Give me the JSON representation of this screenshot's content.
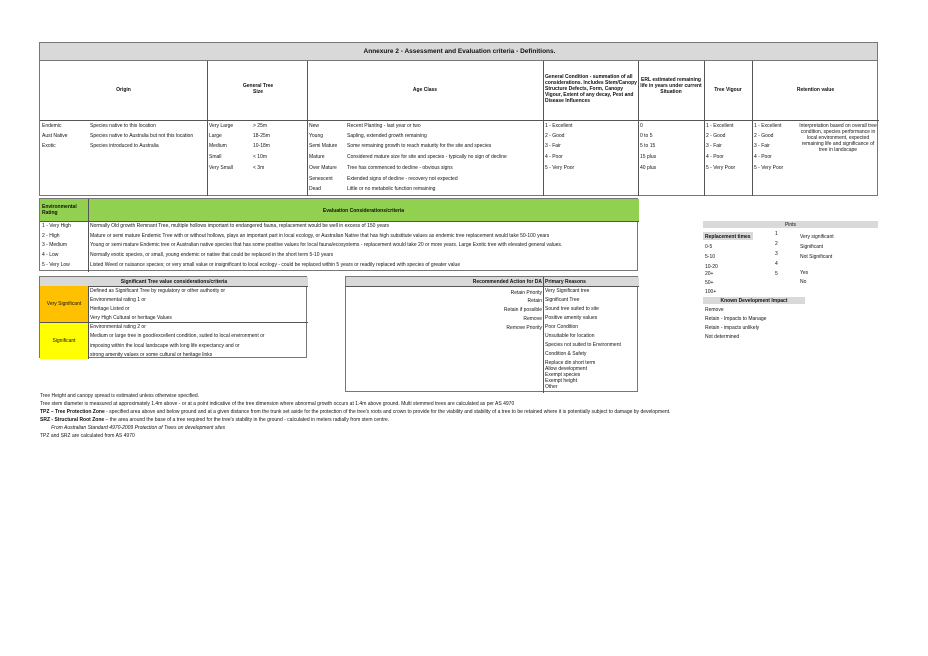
{
  "title": "Annexure 2 - Assessment and Evaluation criteria - Definitions.",
  "headers": {
    "origin": "Origin",
    "tree_size": "General Tree Size",
    "age_class": "Age Class",
    "condition": "General Condition - summation of all considerations. Includes Stem/Canopy Structure Defects, Form, Canopy Vigour, Extent of any decay, Pest and Disease Influences",
    "erl": "ERL estimated remaining life in years under current Situation",
    "vigour": "Tree Vigour",
    "retention": "Retention value"
  },
  "origin_rows": [
    {
      "term": "Endemic",
      "desc": "Species native to this location"
    },
    {
      "term": "Aust Native",
      "desc": "Species native to Australia but not this location"
    },
    {
      "term": "Exotic",
      "desc": "Species introduced to Australia"
    }
  ],
  "size_rows": [
    {
      "term": "Very Large",
      "val": "> 25m"
    },
    {
      "term": "Large",
      "val": "18-25m"
    },
    {
      "term": "Medium",
      "val": "10-18m"
    },
    {
      "term": "Small",
      "val": "< 10m"
    },
    {
      "term": "Very Small",
      "val": "< 3m"
    }
  ],
  "age_rows": [
    {
      "term": "New",
      "desc": "Recent Planting - last year or two"
    },
    {
      "term": "Young",
      "desc": "Sapling, extended growth remaining"
    },
    {
      "term": "Semi Mature",
      "desc": "Some remaining growth to reach maturity for the site and species"
    },
    {
      "term": "Mature",
      "desc": "Considered mature size for site and species - typically no sign of decline"
    },
    {
      "term": "Over Mature",
      "desc": "Tree has commenced to decline - obvious signs"
    },
    {
      "term": "Senescent",
      "desc": "Extended signs of decline - recovery not expected"
    },
    {
      "term": "Dead",
      "desc": "Little or no metabolic function remaining"
    }
  ],
  "condition_rows": [
    "1 - Excellent",
    "2 - Good",
    "3 - Fair",
    "4 - Poor",
    "5 - Very Poor"
  ],
  "erl_rows": [
    "0",
    "0 to 5",
    "5 to 15",
    "15 plus",
    "40 plus"
  ],
  "vigour_rows": [
    "1 - Excellent",
    "2 - Good",
    "3 - Fair",
    "4 - Poor",
    "5 - Very Poor"
  ],
  "retention_rows": [
    "1 - Excellent",
    "2 - Good",
    "3 - Fair",
    "4 - Poor",
    "5 - Very Poor"
  ],
  "retention_note": "Interpretation based on overall tree condition, species performance in local environment, expected remaining life and significance of tree in landscape",
  "env": {
    "header": "Environmental Rating",
    "eval_header": "Evaluation Considerations/criteria",
    "rows": [
      {
        "rating": "1 - Very High",
        "desc": "Normally Old growth Remnant Tree, multiple hollows important to endangered fauna, replacement would be well in excess of 150 years"
      },
      {
        "rating": "2 - High",
        "desc": "Mature or semi mature Endemic Tree with or without hollows, plays an important part in local ecology, or Australian Native that has high substitute values as endemic tree replacement would take 50-100 years"
      },
      {
        "rating": "3 - Medium",
        "desc": "Young or semi mature Endemic tree or Australian native species that has some positive values for local fauna/ecosystems - replacement would take 20 or more years. Large Exotic tree with elevated general values."
      },
      {
        "rating": "4 - Low",
        "desc": "Normally exotic species, or small, young endemic or native that could be replaced in the short term 5-10 years"
      },
      {
        "rating": "5 - Very Low",
        "desc": "Listed Weed or nuisance species; or very small value or insignificant to local ecology - could be replaced within 5 years or readily replaced with species of greater value"
      }
    ]
  },
  "sig": {
    "header": "Significant Tree value considerations/criteria",
    "rows": [
      {
        "label": "Very Significant",
        "lines": [
          "Defined as Significant Tree by regulatory or other authority or",
          "Environmental rating 1 or",
          "Heritage Listed or",
          "Very High Cultural or heritage Values"
        ]
      },
      {
        "label": "Significant",
        "lines": [
          "Environmental rating 2 or",
          "Medium or large tree in good/excellent condition, suited to local environment or",
          "imposing within the local landscape with long life expectancy and or",
          "strong amenity values or some cultural or heritage links"
        ]
      }
    ]
  },
  "action": {
    "header_action": "Recommended Action for DA",
    "header_reasons": "Primary Reasons",
    "actions": [
      "Retain Priority",
      "Retain",
      "Retain if possible",
      "Remove",
      "Remove Priority"
    ],
    "reasons": [
      "Very Significant tree",
      "Significant Tree",
      "Sound tree suited to site",
      "Positive amenity values",
      "Poor Condition",
      "Unsuitable for location",
      "Species not suited to Environment",
      "Condition & Safety",
      "Replace din short term",
      "Allow development",
      "Exempt species",
      "Exempt height",
      "Other"
    ]
  },
  "points": {
    "header": "Pints",
    "col_header": "Replacement times",
    "rows": [
      {
        "time": "0-5",
        "pt": "1",
        "desc": "Very significant"
      },
      {
        "time": "5-10",
        "pt": "2",
        "desc": "Significant"
      },
      {
        "time": "10-20",
        "pt": "3",
        "desc": "Not Significant"
      },
      {
        "time": "20+",
        "pt": "4",
        "desc": ""
      },
      {
        "time": "50+",
        "pt": "5",
        "desc": "Yes"
      },
      {
        "time": "100+",
        "pt": "",
        "desc": "No"
      }
    ]
  },
  "impact": {
    "header": "Known Development Impact",
    "rows": [
      "Remove",
      "Retain - Impacts to Manage",
      "Retain - impacts unlikely",
      "Not determined"
    ]
  },
  "notes": [
    {
      "bold": "",
      "text": "Tree Height and canopy spread is estimated unless otherwise specified."
    },
    {
      "bold": "",
      "text": "Tree stem diameter is measured at approximately 1.4m above - or at a point indicative of the tree dimension where abnormal growth occurs at 1.4m above ground.  Multi stemmed trees are calculated as per AS 4970"
    },
    {
      "bold": "TPZ – Tree Protection Zone",
      "text": " - specified area above and below ground and at a given distance from the trunk set aside for the protection of the tree's roots and crown to provide for the viability and stability of a tree to be retained where it is potentially subject to damage by development."
    },
    {
      "bold": "SRZ - Structural Root Zone",
      "text": " – the area around the base of a tree required for the tree's stability in the ground - calculated in meters radially from stem centre."
    },
    {
      "bold": "",
      "text": "        From Australian Standard 4970-2009 Protection of Trees on development sites"
    },
    {
      "bold": "",
      "text": "TPZ and SRZ are calculated from AS 4970"
    }
  ]
}
